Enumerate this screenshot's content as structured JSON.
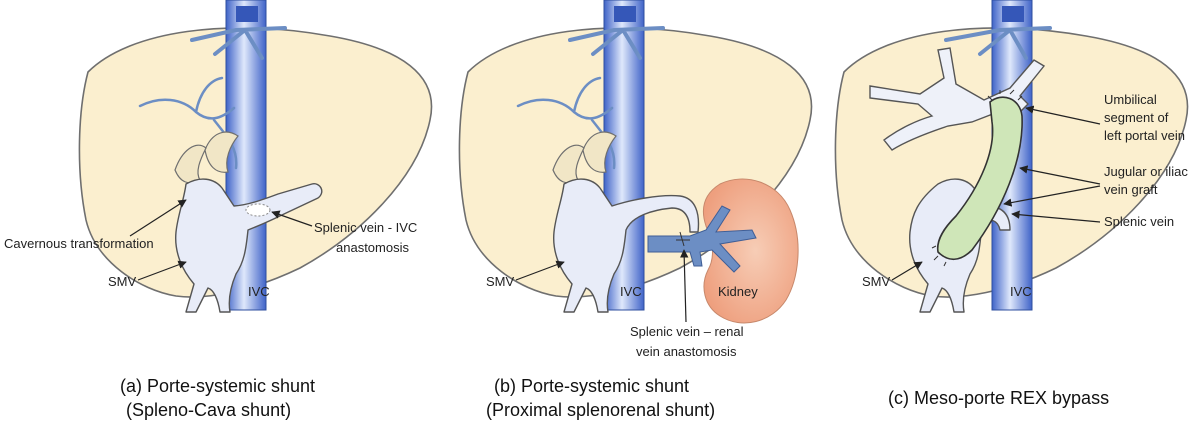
{
  "panels": [
    {
      "caption_line1": "(a) Porte-systemic shunt",
      "caption_line2": "(Spleno-Cava shunt)",
      "labels": {
        "cavernous": "Cavernous transformation",
        "smv": "SMV",
        "ivc": "IVC",
        "anastomosis_line1": "Splenic vein - IVC",
        "anastomosis_line2": "anastomosis"
      }
    },
    {
      "caption_line1": "(b) Porte-systemic shunt",
      "caption_line2": "(Proximal splenorenal shunt)",
      "labels": {
        "smv": "SMV",
        "ivc": "IVC",
        "kidney": "Kidney",
        "anastomosis_line1": "Splenic vein – renal",
        "anastomosis_line2": "vein anastomosis"
      }
    },
    {
      "caption_line1": "(c) Meso-porte REX bypass",
      "labels": {
        "umbilical_line1": "Umbilical",
        "umbilical_line2": "segment of",
        "umbilical_line3": "left portal vein",
        "graft_line1": "Jugular or iliac",
        "graft_line2": "vein graft",
        "splenic": "Splenic vein",
        "smv": "SMV",
        "ivc": "IVC"
      }
    }
  ],
  "colors": {
    "liver_fill": "#fbefcf",
    "ivc_blue": "#4a6fd0",
    "vein_fill": "#e8ecf8",
    "kidney_fill": "#f2b79a",
    "graft_fill": "#cfe6b8"
  }
}
